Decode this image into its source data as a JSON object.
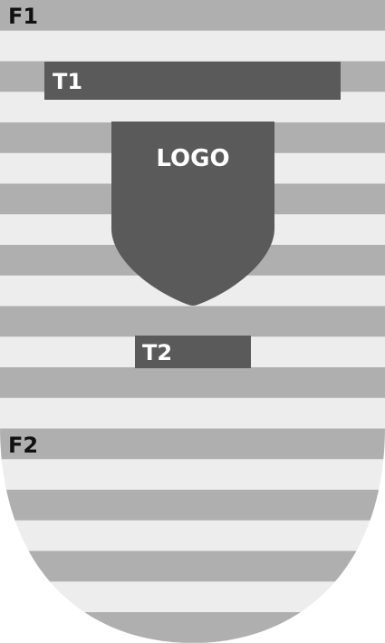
{
  "colors": {
    "stripe_dark": "#afafaf",
    "stripe_light": "#ededed",
    "element_fill": "#5a5a5a",
    "element_text": "#ffffff",
    "label_text": "#111111"
  },
  "labels": {
    "f1": "F1",
    "f2": "F2",
    "t1": "T1",
    "logo": "LOGO",
    "t2": "T2"
  }
}
